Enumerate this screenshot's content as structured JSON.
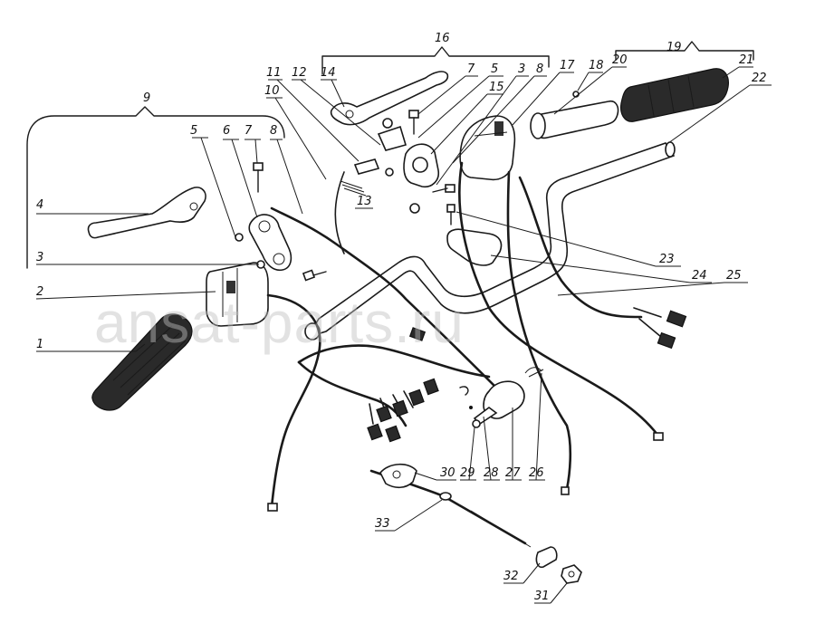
{
  "watermark": "ansat-parts.ru",
  "callouts": [
    {
      "id": "1",
      "label": "1"
    },
    {
      "id": "2",
      "label": "2"
    },
    {
      "id": "3",
      "label": "3"
    },
    {
      "id": "4",
      "label": "4"
    },
    {
      "id": "5a",
      "label": "5"
    },
    {
      "id": "6",
      "label": "6"
    },
    {
      "id": "7a",
      "label": "7"
    },
    {
      "id": "8a",
      "label": "8"
    },
    {
      "id": "9",
      "label": "9"
    },
    {
      "id": "10",
      "label": "10"
    },
    {
      "id": "11",
      "label": "11"
    },
    {
      "id": "12",
      "label": "12"
    },
    {
      "id": "13",
      "label": "13"
    },
    {
      "id": "14",
      "label": "14"
    },
    {
      "id": "15",
      "label": "15"
    },
    {
      "id": "16",
      "label": "16"
    },
    {
      "id": "7b",
      "label": "7"
    },
    {
      "id": "5b",
      "label": "5"
    },
    {
      "id": "3b",
      "label": "3"
    },
    {
      "id": "8b",
      "label": "8"
    },
    {
      "id": "17",
      "label": "17"
    },
    {
      "id": "18",
      "label": "18"
    },
    {
      "id": "19",
      "label": "19"
    },
    {
      "id": "20",
      "label": "20"
    },
    {
      "id": "21",
      "label": "21"
    },
    {
      "id": "22",
      "label": "22"
    },
    {
      "id": "23",
      "label": "23"
    },
    {
      "id": "24",
      "label": "24"
    },
    {
      "id": "25",
      "label": "25"
    },
    {
      "id": "26",
      "label": "26"
    },
    {
      "id": "27",
      "label": "27"
    },
    {
      "id": "28",
      "label": "28"
    },
    {
      "id": "29",
      "label": "29"
    },
    {
      "id": "30",
      "label": "30"
    },
    {
      "id": "31",
      "label": "31"
    },
    {
      "id": "32",
      "label": "32"
    },
    {
      "id": "33",
      "label": "33"
    }
  ]
}
